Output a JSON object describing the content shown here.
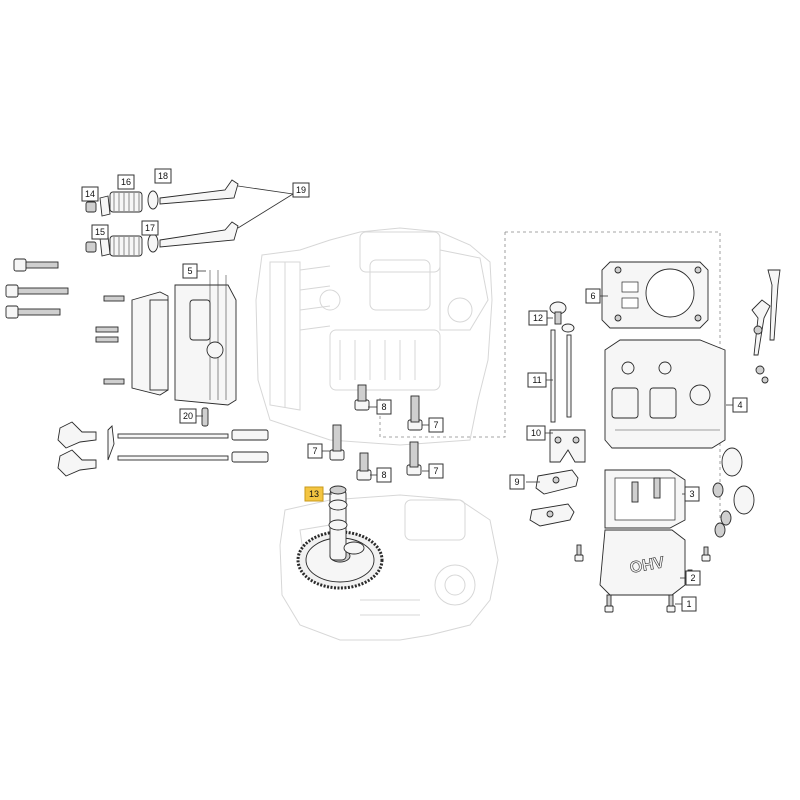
{
  "diagram": {
    "callouts": [
      {
        "id": "1",
        "label": "1"
      },
      {
        "id": "2",
        "label": "2"
      },
      {
        "id": "3",
        "label": "3"
      },
      {
        "id": "4",
        "label": "4"
      },
      {
        "id": "5",
        "label": "5"
      },
      {
        "id": "6",
        "label": "6"
      },
      {
        "id": "7a",
        "label": "7"
      },
      {
        "id": "7b",
        "label": "7"
      },
      {
        "id": "7c",
        "label": "7"
      },
      {
        "id": "8a",
        "label": "8"
      },
      {
        "id": "8b",
        "label": "8"
      },
      {
        "id": "9",
        "label": "9"
      },
      {
        "id": "10",
        "label": "10"
      },
      {
        "id": "11",
        "label": "11"
      },
      {
        "id": "12",
        "label": "12"
      },
      {
        "id": "13",
        "label": "13",
        "highlighted": true
      },
      {
        "id": "14",
        "label": "14"
      },
      {
        "id": "15",
        "label": "15"
      },
      {
        "id": "16",
        "label": "16"
      },
      {
        "id": "17",
        "label": "17"
      },
      {
        "id": "18",
        "label": "18"
      },
      {
        "id": "19",
        "label": "19"
      },
      {
        "id": "20",
        "label": "20"
      }
    ],
    "cover_text": "OHV",
    "colors": {
      "highlight": "#f4c542",
      "line": "#2b2b2b",
      "ghost": "#d7d7d7"
    }
  }
}
